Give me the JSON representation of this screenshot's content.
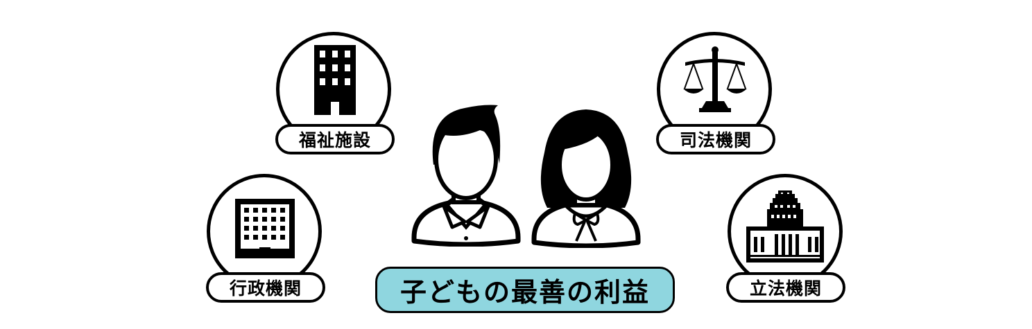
{
  "center": {
    "label": "子どもの最善の利益",
    "accent_color": "#8fd6df"
  },
  "nodes": {
    "welfare": {
      "label": "福祉施設",
      "icon": "building-icon"
    },
    "administrative": {
      "label": "行政機関",
      "icon": "office-building-icon"
    },
    "judicial": {
      "label": "司法機関",
      "icon": "scales-icon"
    },
    "legislative": {
      "label": "立法機関",
      "icon": "parliament-icon"
    }
  },
  "figures": [
    "boy-avatar-icon",
    "girl-avatar-icon"
  ]
}
